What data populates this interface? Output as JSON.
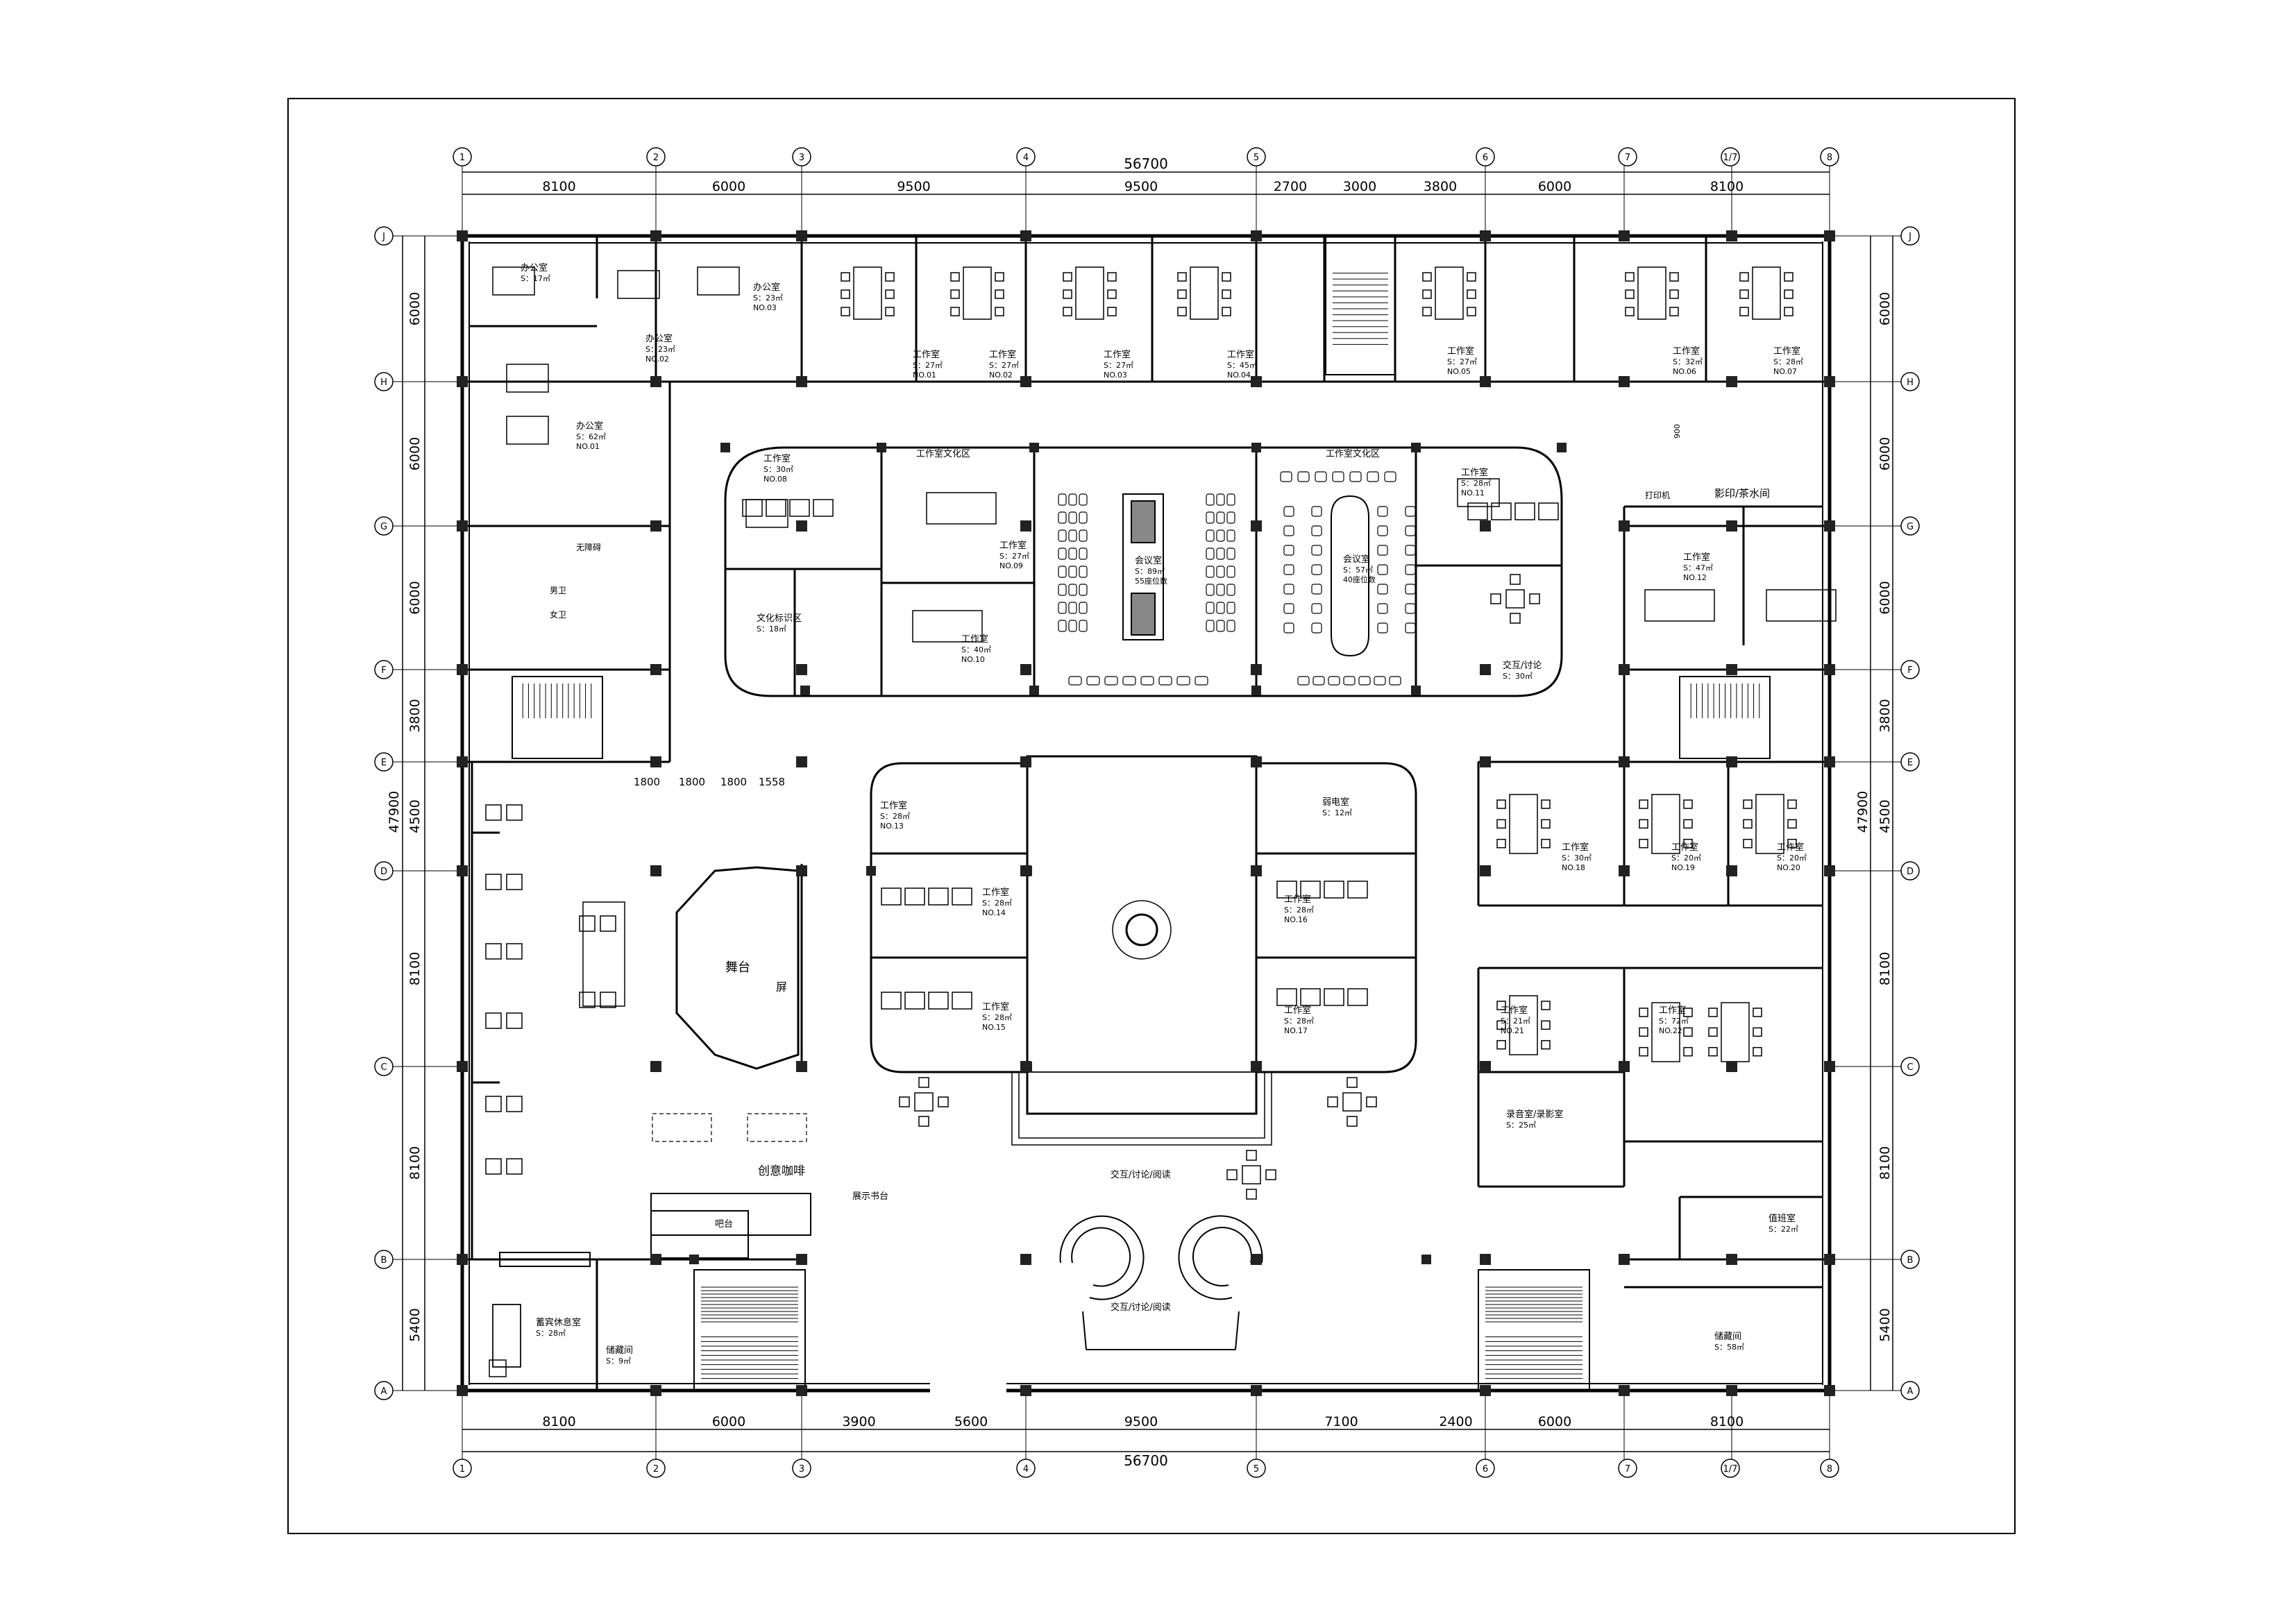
{
  "axes": {
    "columns": [
      "1",
      "2",
      "3",
      "4",
      "5",
      "6",
      "7",
      "1/7",
      "8"
    ],
    "rows": [
      "J",
      "H",
      "G",
      "F",
      "E",
      "D",
      "C",
      "B",
      "A"
    ]
  },
  "dimensions": {
    "top_total": "56700",
    "top_segments": [
      "8100",
      "6000",
      "9500",
      "9500",
      "2700",
      "3000",
      "3800",
      "6000",
      "8100"
    ],
    "bottom_total": "56700",
    "bottom_segments": [
      "8100",
      "6000",
      "3900",
      "5600",
      "9500",
      "7100",
      "2400",
      "6000",
      "8100"
    ],
    "side_segments": [
      "6000",
      "6000",
      "6000",
      "3800",
      "4500",
      "8100",
      "8100",
      "5400"
    ],
    "side_total": "47900",
    "inner_segments": [
      "1800",
      "1800",
      "1800",
      "1558"
    ]
  },
  "rooms": [
    {
      "name": "办公室",
      "area": "S：17㎡",
      "no": ""
    },
    {
      "name": "办公室",
      "area": "S：23㎡",
      "no": "NO.02"
    },
    {
      "name": "办公室",
      "area": "S：23㎡",
      "no": "NO.03"
    },
    {
      "name": "办公室",
      "area": "S：62㎡",
      "no": "NO.01"
    },
    {
      "name": "工作室",
      "area": "S：27㎡",
      "no": "NO.01"
    },
    {
      "name": "工作室",
      "area": "S：27㎡",
      "no": "NO.02"
    },
    {
      "name": "工作室",
      "area": "S：27㎡",
      "no": "NO.03"
    },
    {
      "name": "工作室",
      "area": "S：45㎡",
      "no": "NO.04"
    },
    {
      "name": "工作室",
      "area": "S：27㎡",
      "no": "NO.05"
    },
    {
      "name": "工作室",
      "area": "S：32㎡",
      "no": "NO.06"
    },
    {
      "name": "工作室",
      "area": "S：28㎡",
      "no": "NO.07"
    },
    {
      "name": "工作室",
      "area": "S：30㎡",
      "no": "NO.08"
    },
    {
      "name": "工作室",
      "area": "S：27㎡",
      "no": "NO.09"
    },
    {
      "name": "工作室",
      "area": "S：40㎡",
      "no": "NO.10"
    },
    {
      "name": "工作室",
      "area": "S：28㎡",
      "no": "NO.11"
    },
    {
      "name": "工作室",
      "area": "S：47㎡",
      "no": "NO.12"
    },
    {
      "name": "工作室",
      "area": "S：28㎡",
      "no": "NO.13"
    },
    {
      "name": "工作室",
      "area": "S：28㎡",
      "no": "NO.14"
    },
    {
      "name": "工作室",
      "area": "S：28㎡",
      "no": "NO.15"
    },
    {
      "name": "工作室",
      "area": "S：28㎡",
      "no": "NO.16"
    },
    {
      "name": "工作室",
      "area": "S：28㎡",
      "no": "NO.17"
    },
    {
      "name": "工作室",
      "area": "S：30㎡",
      "no": "NO.18"
    },
    {
      "name": "工作室",
      "area": "S：20㎡",
      "no": "NO.19"
    },
    {
      "name": "工作室",
      "area": "S：20㎡",
      "no": "NO.20"
    },
    {
      "name": "工作室",
      "area": "S：21㎡",
      "no": "NO.21"
    },
    {
      "name": "工作室",
      "area": "S：72㎡",
      "no": "NO.22"
    },
    {
      "name": "会议室",
      "area": "S：89㎡",
      "no": "55座位数"
    },
    {
      "name": "会议室",
      "area": "S：57㎡",
      "no": "40座位数"
    },
    {
      "name": "文化标识区",
      "area": "S：18㎡",
      "no": ""
    },
    {
      "name": "交互/讨论",
      "area": "S：30㎡",
      "no": ""
    },
    {
      "name": "弱电室",
      "area": "S：12㎡",
      "no": ""
    },
    {
      "name": "录音室/录影室",
      "area": "S：25㎡",
      "no": ""
    },
    {
      "name": "值班室",
      "area": "S：22㎡",
      "no": ""
    },
    {
      "name": "储藏间",
      "area": "S：58㎡",
      "no": ""
    },
    {
      "name": "储藏间",
      "area": "S：9㎡",
      "no": ""
    },
    {
      "name": "蓄宾休息室",
      "area": "S：28㎡",
      "no": ""
    }
  ],
  "labels": {
    "culture_zone_left": "工作室文化区",
    "culture_zone_right": "工作室文化区",
    "printer": "打印机",
    "print_tea": "影印/茶水间",
    "accessible_wc": "无障碍",
    "male_wc": "男卫",
    "female_wc": "女卫",
    "stage": "舞台",
    "screen": "屏",
    "cafe": "创意咖啡",
    "bar": "吧台",
    "bookshelf": "展示书台",
    "interact_1": "交互/讨论/阅读",
    "interact_2": "交互/讨论/阅读",
    "dim_900": "900"
  }
}
